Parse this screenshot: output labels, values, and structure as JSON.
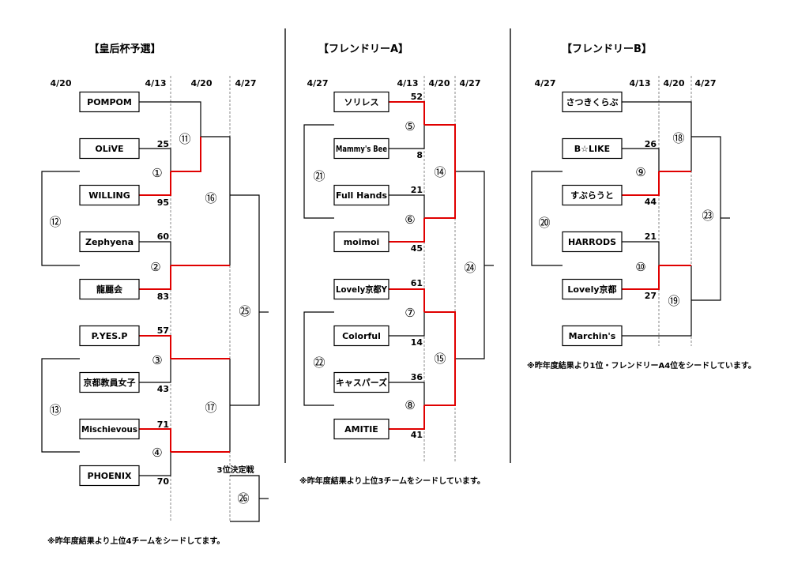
{
  "colors": {
    "line": "#000000",
    "winner": "#e00000",
    "dashed": "#888888"
  },
  "sections": [
    {
      "id": "empress",
      "title": "【皇后杯予選】",
      "dates": [
        "4/20",
        "4/13",
        "4/20",
        "4/27"
      ],
      "teams": [
        {
          "id": "T1",
          "name": "POMPOM"
        },
        {
          "id": "T2",
          "name": "OLiVE"
        },
        {
          "id": "T3",
          "name": "WILLING"
        },
        {
          "id": "T4",
          "name": "Zephyena"
        },
        {
          "id": "T5",
          "name": "龍麗会"
        },
        {
          "id": "T6",
          "name": "P.YES.P"
        },
        {
          "id": "T7",
          "name": "京都教員女子"
        },
        {
          "id": "T8",
          "name": "Mischievous"
        },
        {
          "id": "T9",
          "name": "PHOENIX"
        }
      ],
      "matches": [
        {
          "id": "M1",
          "label": "①",
          "top": "T2",
          "bottom": "T3",
          "top_score": "25",
          "bottom_score": "95",
          "winner": "bottom"
        },
        {
          "id": "M2",
          "label": "②",
          "top": "T4",
          "bottom": "T5",
          "top_score": "60",
          "bottom_score": "83",
          "winner": "bottom"
        },
        {
          "id": "M3",
          "label": "③",
          "top": "T6",
          "bottom": "T7",
          "top_score": "57",
          "bottom_score": "43",
          "winner": "top"
        },
        {
          "id": "M4",
          "label": "④",
          "top": "T8",
          "bottom": "T9",
          "top_score": "71",
          "bottom_score": "70",
          "winner": "top"
        },
        {
          "id": "M11",
          "label": "⑪",
          "top": "T1",
          "bottom": "M1",
          "winner": ""
        },
        {
          "id": "M12",
          "label": "⑫",
          "top": "M1",
          "bottom": "M2",
          "winner": ""
        },
        {
          "id": "M13",
          "label": "⑬",
          "top": "M3",
          "bottom": "M4",
          "winner": ""
        },
        {
          "id": "M16",
          "label": "⑯",
          "top": "M11",
          "bottom": "M2",
          "winner": ""
        },
        {
          "id": "M17",
          "label": "⑰",
          "top": "M3",
          "bottom": "M4",
          "winner": ""
        },
        {
          "id": "M25",
          "label": "㉕",
          "top": "M16",
          "bottom": "M17",
          "winner": ""
        },
        {
          "id": "M26",
          "label": "㉖",
          "winner": ""
        }
      ],
      "third_place_label": "3位決定戦",
      "note": "※昨年度結果より上位4チームをシードしてます。"
    },
    {
      "id": "friendlyA",
      "title": "【フレンドリーA】",
      "dates": [
        "4/27",
        "4/13",
        "4/20",
        "4/27"
      ],
      "teams": [
        {
          "id": "T1",
          "name": "ソリレス"
        },
        {
          "id": "T2",
          "name": "Mammy's Bee"
        },
        {
          "id": "T3",
          "name": "Full Hands"
        },
        {
          "id": "T4",
          "name": "moimoi"
        },
        {
          "id": "T5",
          "name": "Lovely京都Y"
        },
        {
          "id": "T6",
          "name": "Colorful"
        },
        {
          "id": "T7",
          "name": "キャスパーズ"
        },
        {
          "id": "T8",
          "name": "AMITIE"
        }
      ],
      "matches": [
        {
          "id": "M5",
          "label": "⑤",
          "top": "T1",
          "bottom": "T2",
          "top_score": "52",
          "bottom_score": "8",
          "winner": "top"
        },
        {
          "id": "M6",
          "label": "⑥",
          "top": "T3",
          "bottom": "T4",
          "top_score": "21",
          "bottom_score": "45",
          "winner": "bottom"
        },
        {
          "id": "M7",
          "label": "⑦",
          "top": "T5",
          "bottom": "T6",
          "top_score": "61",
          "bottom_score": "14",
          "winner": "top"
        },
        {
          "id": "M8",
          "label": "⑧",
          "top": "T7",
          "bottom": "T8",
          "top_score": "36",
          "bottom_score": "41",
          "winner": "bottom"
        },
        {
          "id": "M14",
          "label": "⑭",
          "top": "M5",
          "bottom": "M6",
          "winner": ""
        },
        {
          "id": "M15",
          "label": "⑮",
          "top": "M7",
          "bottom": "M8",
          "winner": ""
        },
        {
          "id": "M21",
          "label": "㉑",
          "top": "M5",
          "bottom": "M6",
          "winner": ""
        },
        {
          "id": "M22",
          "label": "㉒",
          "top": "M7",
          "bottom": "M8",
          "winner": ""
        },
        {
          "id": "M24",
          "label": "㉔",
          "top": "M14",
          "bottom": "M15",
          "winner": ""
        }
      ],
      "note": "※昨年度結果より上位3チームをシードしています。"
    },
    {
      "id": "friendlyB",
      "title": "【フレンドリーB】",
      "dates": [
        "4/27",
        "4/13",
        "4/20",
        "4/27"
      ],
      "teams": [
        {
          "id": "T1",
          "name": "さつきくらぶ"
        },
        {
          "id": "T2",
          "name": "B☆LIKE"
        },
        {
          "id": "T3",
          "name": "すぶらうと"
        },
        {
          "id": "T4",
          "name": "HARRODS"
        },
        {
          "id": "T5",
          "name": "Lovely京都"
        },
        {
          "id": "T6",
          "name": "Marchin's"
        }
      ],
      "matches": [
        {
          "id": "M9",
          "label": "⑨",
          "top": "T2",
          "bottom": "T3",
          "top_score": "26",
          "bottom_score": "44",
          "winner": "bottom"
        },
        {
          "id": "M10",
          "label": "⑩",
          "top": "T4",
          "bottom": "T5",
          "top_score": "21",
          "bottom_score": "27",
          "winner": "bottom"
        },
        {
          "id": "M18",
          "label": "⑱",
          "top": "T1",
          "bottom": "M9",
          "winner": ""
        },
        {
          "id": "M19",
          "label": "⑲",
          "top": "M10",
          "bottom": "T6",
          "winner": ""
        },
        {
          "id": "M20",
          "label": "⑳",
          "top": "M9",
          "bottom": "M10",
          "winner": ""
        },
        {
          "id": "M23",
          "label": "㉓",
          "top": "M18",
          "bottom": "M19",
          "winner": ""
        }
      ],
      "note": "※昨年度結果より1位・フレンドリーA4位をシードしています。"
    }
  ]
}
